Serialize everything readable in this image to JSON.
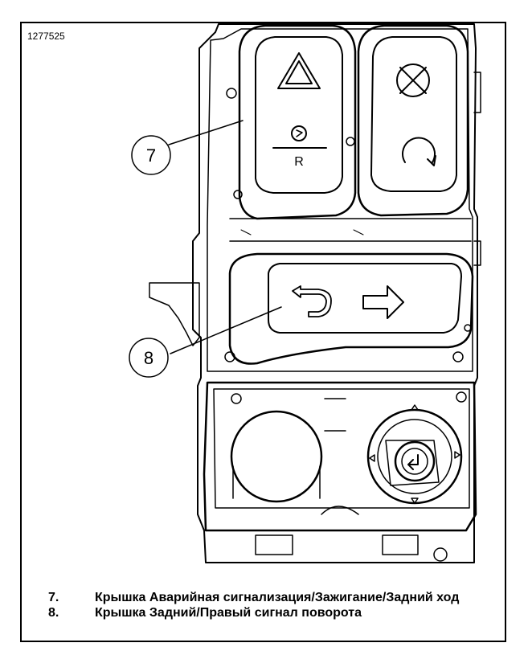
{
  "figure_id": "1277525",
  "callouts": [
    {
      "number": "7"
    },
    {
      "number": "8"
    }
  ],
  "symbols": {
    "reverse_letter": "R"
  },
  "legend": [
    {
      "number": "7.",
      "text": "Крышка Аварийная сигнализация/Зажигание/Задний ход"
    },
    {
      "number": "8.",
      "text": "Крышка Задний/Правый сигнал поворота"
    }
  ]
}
